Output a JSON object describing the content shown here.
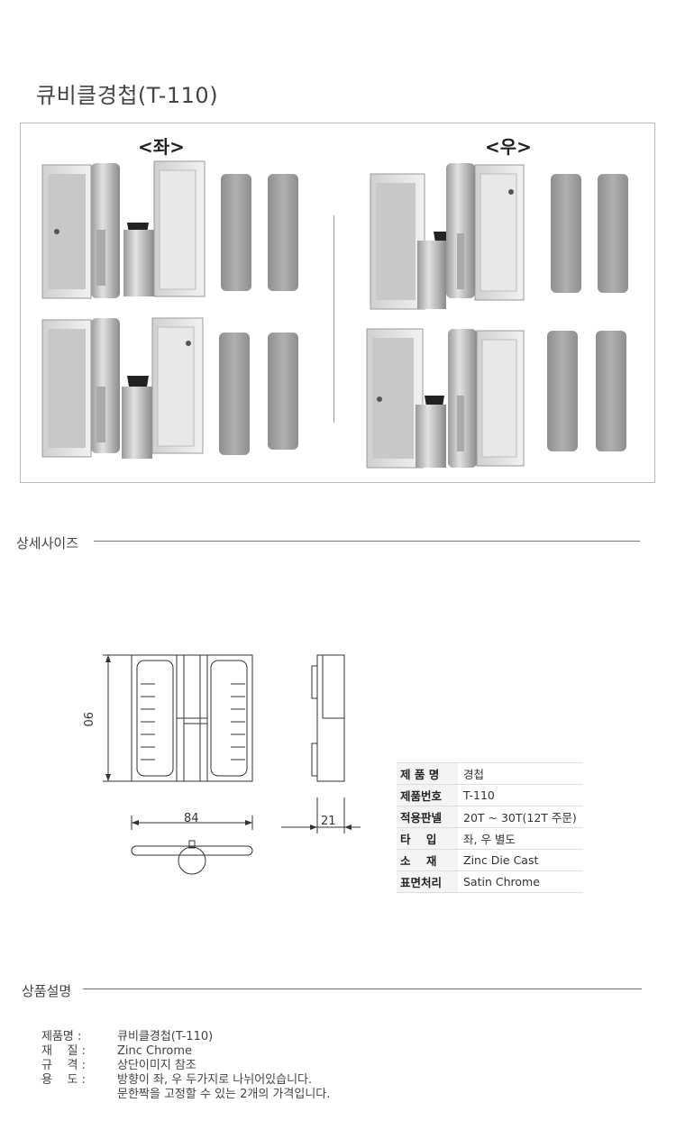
{
  "product_title": "큐비클경첩(T-110)",
  "photo": {
    "left_label": "<좌>",
    "right_label": "<우>"
  },
  "sections": {
    "detail_size": "상세사이즈",
    "product_desc": "상품설명"
  },
  "drawing": {
    "height_dim": "90",
    "width_dim": "84",
    "depth_dim": "21"
  },
  "spec_table": [
    {
      "key": "제 품 명",
      "value": "경첩"
    },
    {
      "key": "제품번호",
      "value": "T-110"
    },
    {
      "key": "적용판넬",
      "value": "20T ~ 30T(12T 주문)"
    },
    {
      "key": "타    입",
      "value": "좌, 우 별도"
    },
    {
      "key": "소    재",
      "value": "Zinc Die Cast"
    },
    {
      "key": "표면처리",
      "value": "Satin Chrome"
    }
  ],
  "description": [
    {
      "key": "제품명 : ",
      "value": "큐비클경첩(T-110)"
    },
    {
      "key": "재    질 : ",
      "value": "Zinc Chrome"
    },
    {
      "key": "규    격 : ",
      "value": "상단이미지 참조"
    },
    {
      "key": "용    도 : ",
      "value": "방향이 좌, 우 두가지로 나뉘어있습니다."
    },
    {
      "key": "",
      "value": "문한짝을 고정할 수 있는 2개의 가격입니다."
    }
  ]
}
